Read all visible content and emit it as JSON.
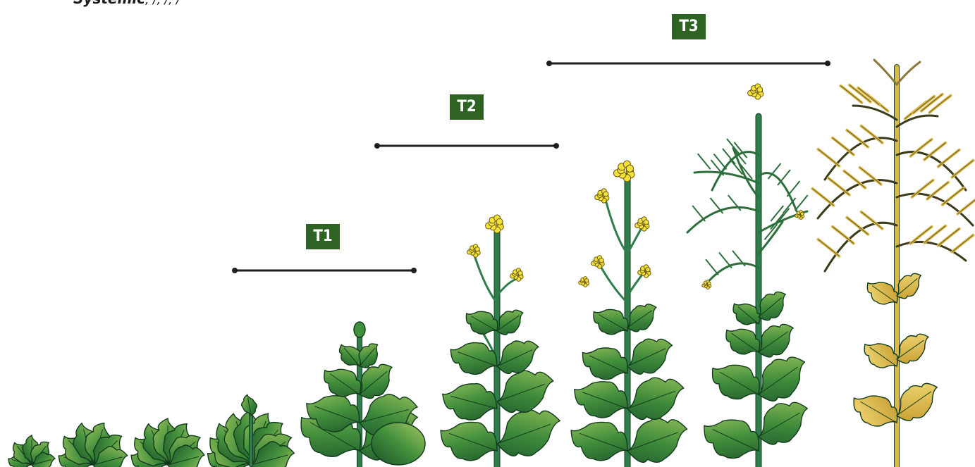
{
  "header": {
    "strong": "Systemic",
    "rest": ", /, /, /"
  },
  "timing": [
    {
      "label": "T1"
    },
    {
      "label": "T2"
    },
    {
      "label": "T3"
    }
  ],
  "colors": {
    "badge": "#2e6324",
    "stem": "#2e7d4a",
    "leaf_dark": "#1f5a2e",
    "leaf_mid": "#3d8a3a",
    "leaf_light": "#8bbb55",
    "flower": "#f3e03a",
    "pod_yellow": "#d9b94b",
    "bar": "#1e1e1e"
  },
  "plants": [
    {
      "stage": "cotyledon",
      "icon": "rosette-small-icon"
    },
    {
      "stage": "2-leaf",
      "icon": "rosette-icon"
    },
    {
      "stage": "4-leaf",
      "icon": "rosette-icon"
    },
    {
      "stage": "rosette",
      "icon": "rosette-dense-icon"
    },
    {
      "stage": "stem-extension",
      "icon": "bud-plant-icon"
    },
    {
      "stage": "early-flowering",
      "icon": "flowering-plant-icon"
    },
    {
      "stage": "full-flowering",
      "icon": "flowering-plant-icon"
    },
    {
      "stage": "pod-set",
      "icon": "pod-plant-icon"
    },
    {
      "stage": "ripening",
      "icon": "ripe-plant-icon"
    }
  ]
}
